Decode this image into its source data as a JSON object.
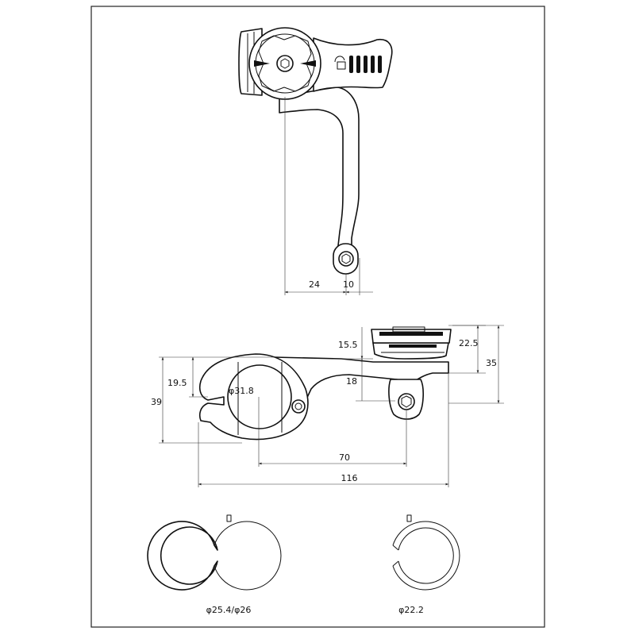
{
  "dimensions": {
    "d24": "24",
    "d10": "10",
    "d15_5": "15.5",
    "d22_5": "22.5",
    "d35": "35",
    "d19_5": "19.5",
    "d39": "39",
    "d18": "18",
    "d_phi31_8": "φ31.8",
    "d70": "70",
    "d116": "116"
  },
  "shims": {
    "left_label": "φ25.4/φ26",
    "right_label": "φ22.2"
  }
}
